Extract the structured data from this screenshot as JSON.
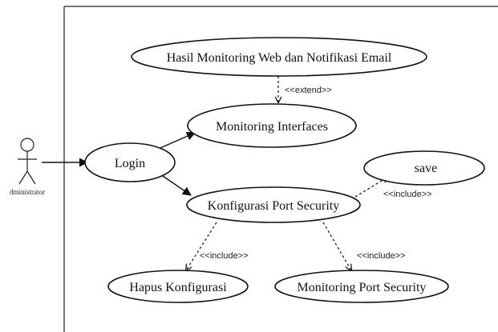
{
  "actor": {
    "label": "dministrator"
  },
  "use_cases": {
    "hasil_monitoring": "Hasil Monitoring Web dan Notifikasi Email",
    "monitoring_interfaces": "Monitoring Interfaces",
    "login": "Login",
    "save": "save",
    "konfigurasi_port_security": "Konfigurasi Port Security",
    "hapus_konfigurasi": "Hapus Konfigurasi",
    "monitoring_port_security": "Monitoring Port Security"
  },
  "relations": {
    "extend": "<<extend>>",
    "include_save": "<<include>>",
    "include_hapus": "<<include>>",
    "include_monitoring": "<<include>>"
  }
}
